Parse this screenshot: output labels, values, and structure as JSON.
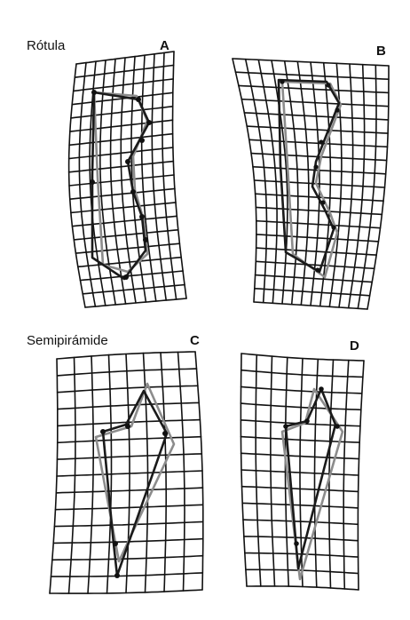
{
  "sections": {
    "rotula": "Rótula",
    "semipiramide": "Semipirámide"
  },
  "panels": {
    "A": "A",
    "B": "B",
    "C": "C",
    "D": "D"
  },
  "colors": {
    "grid": "#111111",
    "outline_dark": "#1a1a1a",
    "outline_gray": "#8c8c8c",
    "landmark": "#111111"
  }
}
